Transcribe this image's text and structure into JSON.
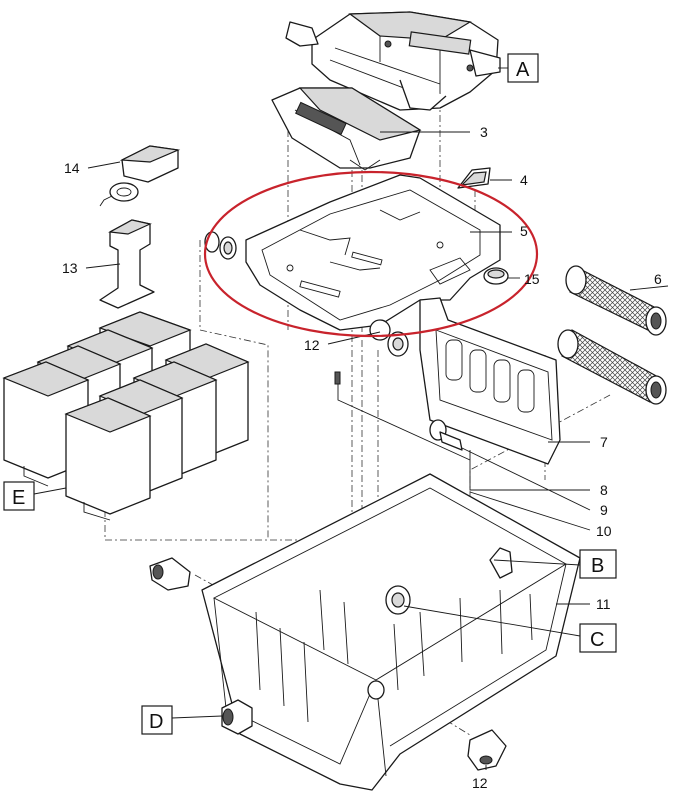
{
  "highlight": {
    "color": "#c8232c"
  },
  "callouts": {
    "n3": "3",
    "n4": "4",
    "n5": "5",
    "n6": "6",
    "n7": "7",
    "n8": "8",
    "n9": "9",
    "n10": "10",
    "n11": "11",
    "n12a": "12",
    "n12b": "12",
    "n13": "13",
    "n14": "14",
    "n15": "15"
  },
  "letter_boxes": {
    "A": "A",
    "B": "B",
    "C": "C",
    "D": "D",
    "E": "E"
  }
}
